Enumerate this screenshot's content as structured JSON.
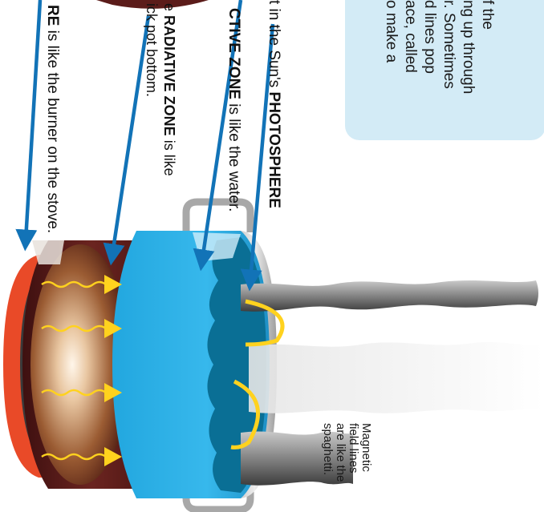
{
  "info": {
    "lines": [
      "f the",
      "ng up through",
      "r. Sometimes",
      "d lines pop",
      "ace, called",
      "o make a"
    ]
  },
  "labels": {
    "core": {
      "bold": "RE",
      "rest": " is like the burner on the stove."
    },
    "radiative": {
      "pre": "e ",
      "bold": "RADIATIVE ZONE",
      "rest": " is like",
      "line2": "ick pot bottom."
    },
    "convective": {
      "bold": "CTIVE ZONE",
      "rest": " is like the water."
    },
    "photosphere": {
      "pre": "t in the Sun's ",
      "bold": "PHOTOSPHERE"
    },
    "magnetic": [
      "Magnetic",
      "field lines",
      "are like the",
      "spaghetti."
    ]
  },
  "colors": {
    "arrow": "#1273b7",
    "water": "#2ab0e6",
    "water_dark": "#0a6f95",
    "pot_bottom": "#5b1c1a",
    "burner": "#e94a28",
    "yellow": "#ffd21e",
    "info_box": "#d3ebf6"
  }
}
